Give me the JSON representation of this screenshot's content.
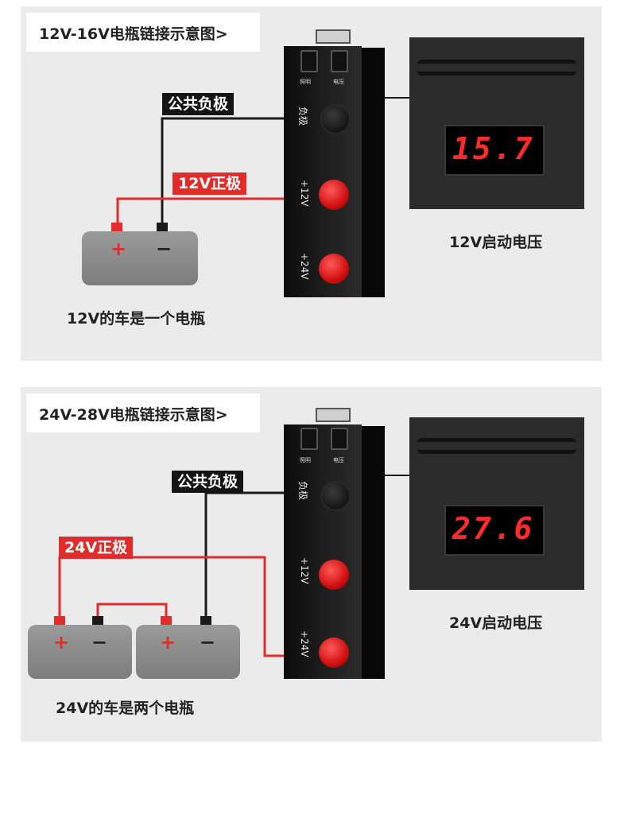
{
  "panels": [
    {
      "title": "12V-16V电瓶链接示意图>",
      "common_negative_label": "公共负极",
      "positive_label": "12V正极",
      "battery_caption": "12V的车是一个电瓶",
      "meter_caption": "12V启动电压",
      "meter_reading": "15.7",
      "switch_labels": [
        "照明",
        "电压"
      ],
      "port_labels": [
        "负极",
        "+12V",
        "+24V"
      ],
      "battery_signs": [
        "+",
        "−"
      ]
    },
    {
      "title": "24V-28V电瓶链接示意图>",
      "common_negative_label": "公共负极",
      "positive_label": "24V正极",
      "battery_caption": "24V的车是两个电瓶",
      "meter_caption": "24V启动电压",
      "meter_reading": "27.6",
      "switch_labels": [
        "照明",
        "电压"
      ],
      "port_labels": [
        "负极",
        "+12V",
        "+24V"
      ],
      "battery_signs": [
        "+",
        "−"
      ]
    }
  ],
  "colors": {
    "panel_bg": "#ebebeb",
    "wire_black": "#1a1a1a",
    "wire_red": "#e22b2b",
    "label_red": "#e22b2b",
    "label_black": "#141414",
    "digit_red": "#ff2a2a"
  }
}
